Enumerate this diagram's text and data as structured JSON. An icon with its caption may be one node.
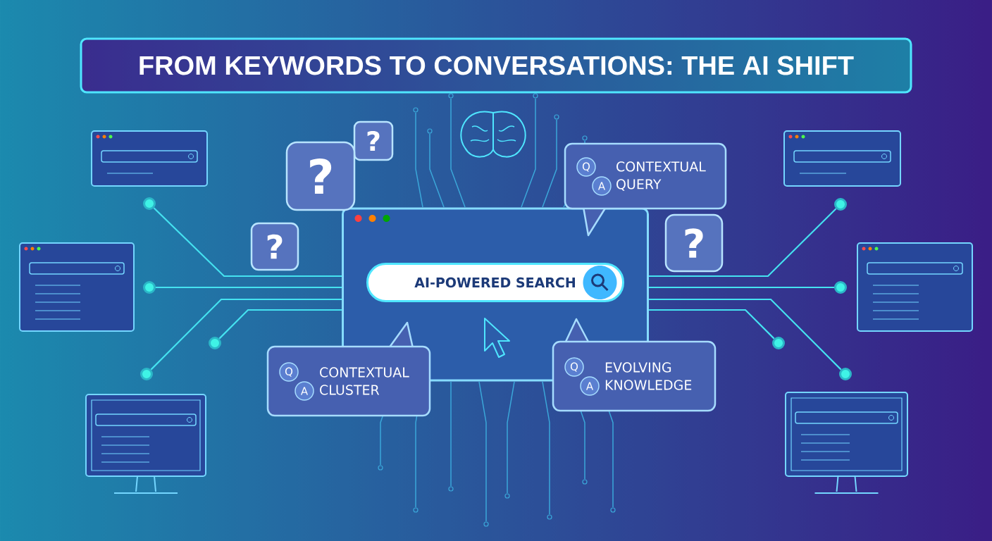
{
  "diagram": {
    "title": "FROM KEYWORDS TO CONVERSATIONS: THE AI SHIFT",
    "nodes": [
      {
        "text": [],
        "shape": "box"
      },
      {
        "text": [
          "AI-POWERED SEARCH"
        ],
        "in": 0
      },
      {
        "text": [
          "Q",
          "A",
          "CONTEXTUAL QUERY"
        ]
      },
      {
        "text": [
          "Q",
          "A",
          "CONTEXTUAL CLUSTER"
        ]
      },
      {
        "text": [
          "Q",
          "A",
          "EVOLVING KNOWLEDGE"
        ]
      },
      {
        "text": [
          "?"
        ]
      },
      {
        "text": [
          "?"
        ]
      },
      {
        "text": [
          "?"
        ]
      },
      {
        "text": [
          "?"
        ]
      },
      {
        "text": [],
        "shape": "circle"
      },
      {
        "text": [],
        "shape": "circle"
      },
      {
        "text": [],
        "shape": "circle"
      },
      {
        "text": [],
        "shape": "circle"
      },
      {
        "text": [],
        "shape": "circle"
      },
      {
        "text": [],
        "shape": "circle"
      },
      {
        "text": [],
        "shape": "circle"
      },
      {
        "text": [],
        "shape": "circle"
      }
    ],
    "edges": [
      {
        "from": 9,
        "to": 0,
        "arrow": "none"
      },
      {
        "from": 10,
        "to": 0,
        "arrow": "none"
      },
      {
        "from": 11,
        "to": 0,
        "arrow": "none"
      },
      {
        "from": 12,
        "to": 0,
        "arrow": "none"
      },
      {
        "from": 13,
        "to": 0,
        "arrow": "none"
      },
      {
        "from": 14,
        "to": 0,
        "arrow": "none"
      },
      {
        "from": 15,
        "to": 0,
        "arrow": "none"
      },
      {
        "from": 16,
        "to": 0,
        "arrow": "none"
      }
    ]
  }
}
